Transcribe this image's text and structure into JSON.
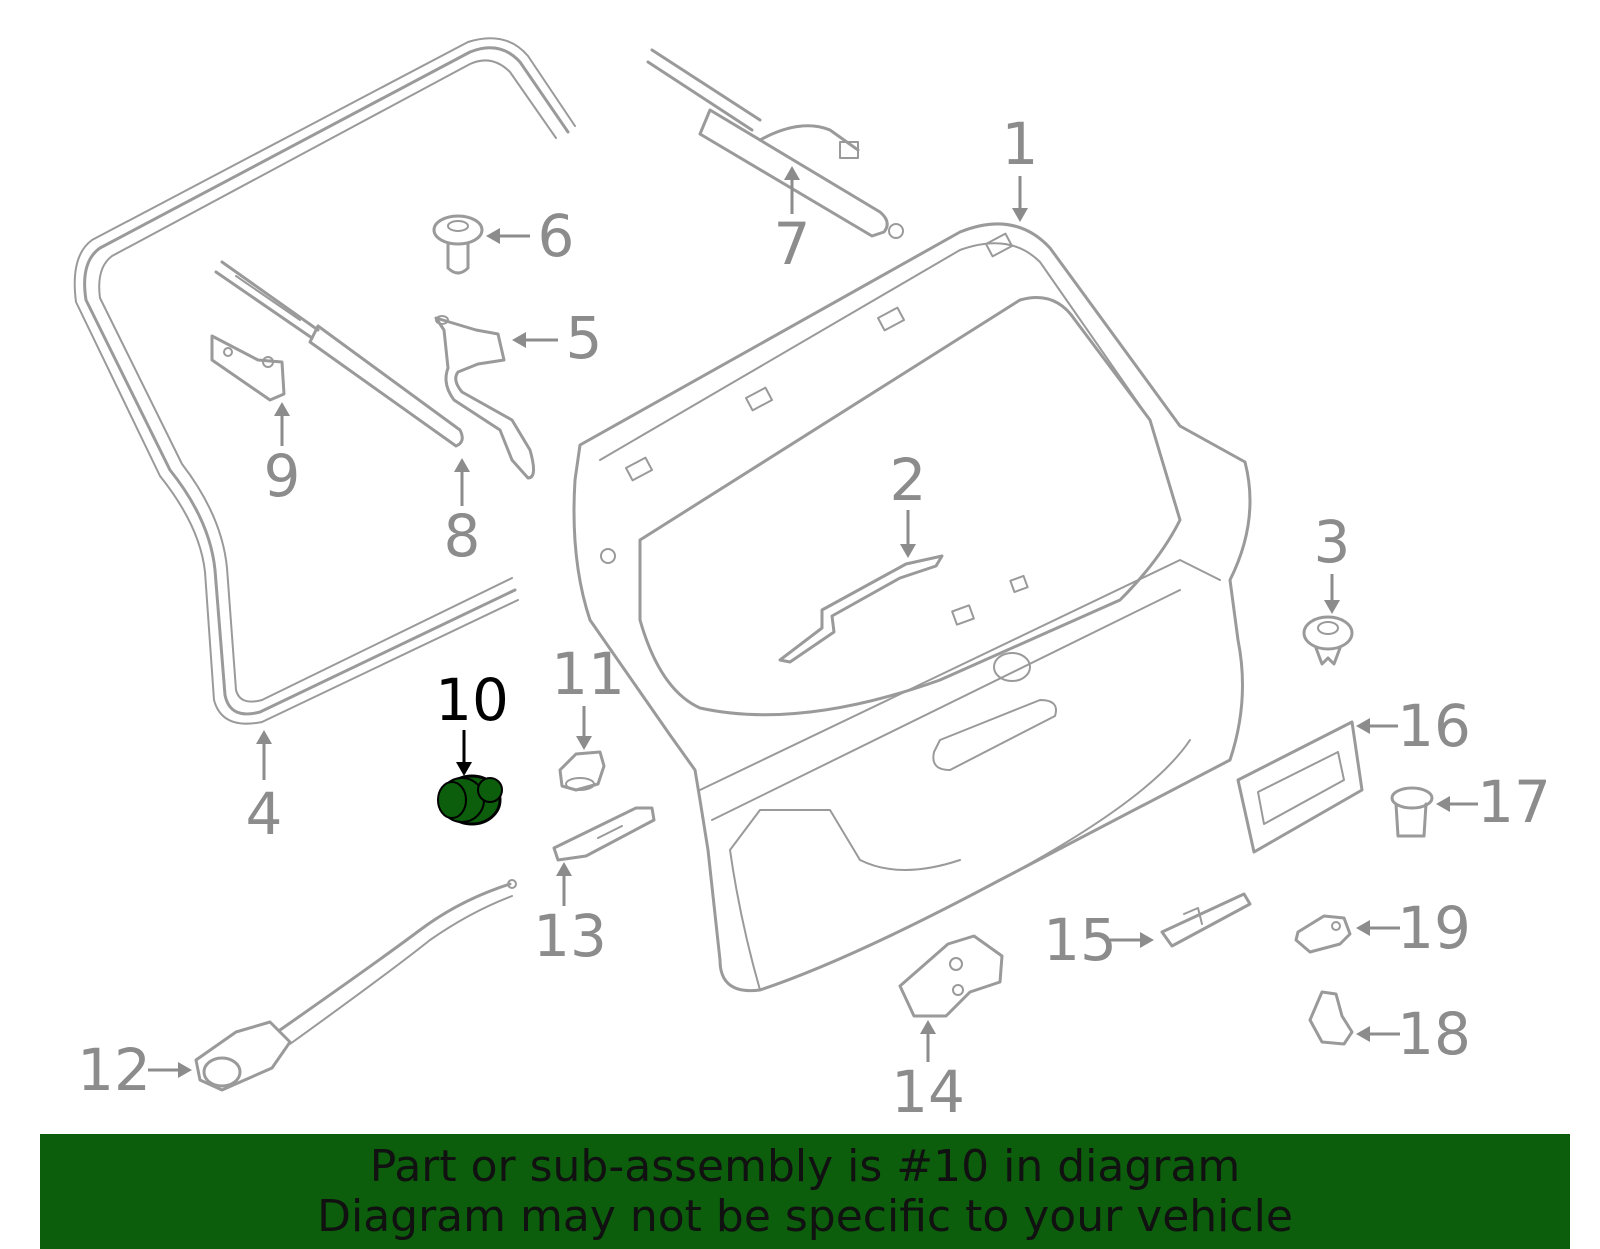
{
  "highlight_color": "#0c5e0c",
  "highlight_part": "10",
  "callouts": [
    {
      "id": "1",
      "label": "1"
    },
    {
      "id": "2",
      "label": "2"
    },
    {
      "id": "3",
      "label": "3"
    },
    {
      "id": "4",
      "label": "4"
    },
    {
      "id": "5",
      "label": "5"
    },
    {
      "id": "6",
      "label": "6"
    },
    {
      "id": "7",
      "label": "7"
    },
    {
      "id": "8",
      "label": "8"
    },
    {
      "id": "9",
      "label": "9"
    },
    {
      "id": "10",
      "label": "10"
    },
    {
      "id": "11",
      "label": "11"
    },
    {
      "id": "12",
      "label": "12"
    },
    {
      "id": "13",
      "label": "13"
    },
    {
      "id": "14",
      "label": "14"
    },
    {
      "id": "15",
      "label": "15"
    },
    {
      "id": "16",
      "label": "16"
    },
    {
      "id": "17",
      "label": "17"
    },
    {
      "id": "18",
      "label": "18"
    },
    {
      "id": "19",
      "label": "19"
    }
  ],
  "banner": {
    "line1": "Part or sub-assembly is #10 in diagram",
    "line2": "Diagram may not be specific to your vehicle"
  }
}
